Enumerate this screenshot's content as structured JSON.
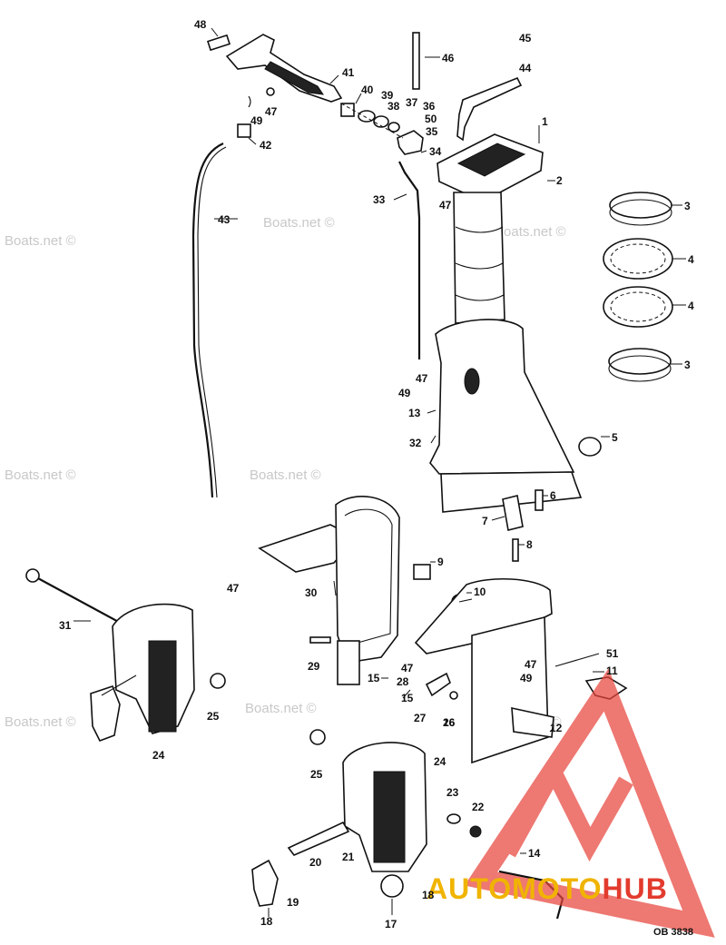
{
  "diagram": {
    "drawing_ref": "OB 3838",
    "watermark": "Boats.net ©",
    "brand": {
      "part1": "AUTOMOTO",
      "part2": "HUB",
      "color_primary": "#f0b400",
      "color_secondary": "#e23b2e",
      "logo_color": "#e8453c"
    },
    "callouts": {
      "c1": "1",
      "c2": "2",
      "c3a": "3",
      "c3b": "3",
      "c4a": "4",
      "c4b": "4",
      "c5": "5",
      "c6": "6",
      "c7": "7",
      "c8": "8",
      "c9": "9",
      "c10": "10",
      "c11": "11",
      "c12": "12",
      "c13": "13",
      "c14": "14",
      "c15a": "15",
      "c15b": "15",
      "c16": "16",
      "c17": "17",
      "c18a": "18",
      "c18b": "18",
      "c19": "19",
      "c20": "20",
      "c21": "21",
      "c22": "22",
      "c23": "23",
      "c24a": "24",
      "c24b": "24",
      "c25a": "25",
      "c25b": "25",
      "c26": "26",
      "c27": "27",
      "c28": "28",
      "c29": "29",
      "c30": "30",
      "c31": "31",
      "c32": "32",
      "c33": "33",
      "c34": "34",
      "c35": "35",
      "c36": "36",
      "c37": "37",
      "c38": "38",
      "c39": "39",
      "c40": "40",
      "c41": "41",
      "c42": "42",
      "c43": "43",
      "c44": "44",
      "c45": "45",
      "c46": "46",
      "c47a": "47",
      "c47b": "47",
      "c47c": "47",
      "c47d": "47",
      "c47e": "47",
      "c47f": "47",
      "c48": "48",
      "c49a": "49",
      "c49b": "49",
      "c49c": "49",
      "c50": "50",
      "c51": "51"
    }
  }
}
